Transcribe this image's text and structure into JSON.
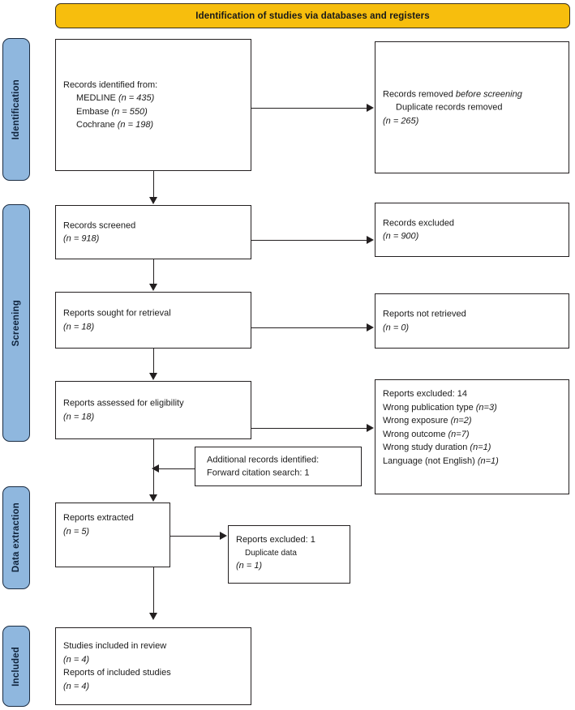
{
  "diagram": {
    "title": "Identification of studies via databases and registers",
    "colors": {
      "banner": "#F7BE0D",
      "stage_bar": "#8FB7DE",
      "box_border": "#231f20",
      "text": "#1a1a1a"
    }
  },
  "stages": [
    {
      "label": "Identification"
    },
    {
      "label": "Screening"
    },
    {
      "label": "Data extraction"
    },
    {
      "label": "Included"
    }
  ],
  "boxes": {
    "records_identified": {
      "heading": "Records identified from:",
      "sources": [
        {
          "name": "MEDLINE",
          "n_label": "(n = 435)",
          "n": 435
        },
        {
          "name": "Embase",
          "n_label": "(n = 550)",
          "n": 550
        },
        {
          "name": "Cochrane",
          "n_label": "(n = 198)",
          "n": 198
        }
      ]
    },
    "records_removed": {
      "line1_prefix": "Records removed ",
      "line1_italic": "before screening",
      "line2": "Duplicate records removed",
      "n_label": "(n = 265)",
      "n": 265
    },
    "records_screened": {
      "label": "Records screened",
      "n_label": "(n = 918)",
      "n": 918
    },
    "records_excluded": {
      "label": "Records excluded",
      "n_label": "(n = 900)",
      "n": 900
    },
    "reports_sought": {
      "label": "Reports sought for retrieval",
      "n_label": "(n = 18)",
      "n": 18
    },
    "reports_not_retrieved": {
      "label": "Reports not retrieved",
      "n_label": "(n = 0)",
      "n": 0
    },
    "reports_assessed": {
      "label": "Reports assessed for eligibility",
      "n_label": "(n = 18)",
      "n": 18
    },
    "reports_excluded_14": {
      "heading": "Reports excluded: 14",
      "total": 14,
      "reasons": [
        {
          "reason": "Wrong publication type",
          "n_label": "(n=3)",
          "n": 3
        },
        {
          "reason": "Wrong exposure",
          "n_label": "(n=2)",
          "n": 2
        },
        {
          "reason": "Wrong outcome",
          "n_label": "(n=7)",
          "n": 7
        },
        {
          "reason": "Wrong study duration",
          "n_label": "(n=1)",
          "n": 1
        },
        {
          "reason": "Language (not English)",
          "n_label": "(n=1)",
          "n": 1
        }
      ]
    },
    "additional_records": {
      "line1": "Additional records identified:",
      "line2": "Forward citation search: 1",
      "n": 1
    },
    "reports_extracted": {
      "label": "Reports extracted",
      "n_label": "(n = 5)",
      "n": 5
    },
    "reports_excluded_1": {
      "heading": "Reports excluded: 1",
      "reason": "Duplicate data",
      "n_label": "(n = 1)",
      "n": 1
    },
    "included": {
      "line1": "Studies included in review",
      "n1_label": "(n = 4)",
      "n1": 4,
      "line2": "Reports of included studies",
      "n2_label": "(n = 4)",
      "n2": 4
    }
  }
}
